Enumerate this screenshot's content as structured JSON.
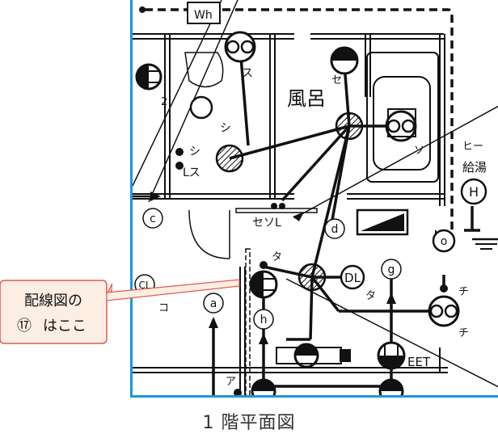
{
  "caption": "1 階平面図",
  "callout": {
    "line1": "配線図の",
    "line2_num": "⑰",
    "line2_rest": "はここ"
  },
  "colors": {
    "frame": "#1a9ad6",
    "callout_border": "#e05a4a",
    "callout_fill": "#fdeee4",
    "callout_num": "#e0442f"
  },
  "plan": {
    "meter": "Wh",
    "bath": "風呂",
    "water_heater_line1": "ヒー",
    "water_heater_line2": "給湯",
    "water_heater_symbol": "H",
    "dl": "DL",
    "eet": "EET",
    "num_2": "2",
    "circles": {
      "c": "c",
      "d": "d",
      "g": "g",
      "h": "h",
      "a": "a",
      "cl": "CL",
      "o": "o"
    },
    "kana": {
      "su": "ス",
      "se": "セ",
      "shi_upper": "シ",
      "shi_lower": "シ",
      "lsu": "Lス",
      "so": "ソ",
      "senl": "セソL",
      "ta_upper": "タ",
      "ta_lower": "タ",
      "chi_upper": "チ",
      "chi_lower": "チ",
      "ko": "コ",
      "a_kana": "ア"
    }
  }
}
